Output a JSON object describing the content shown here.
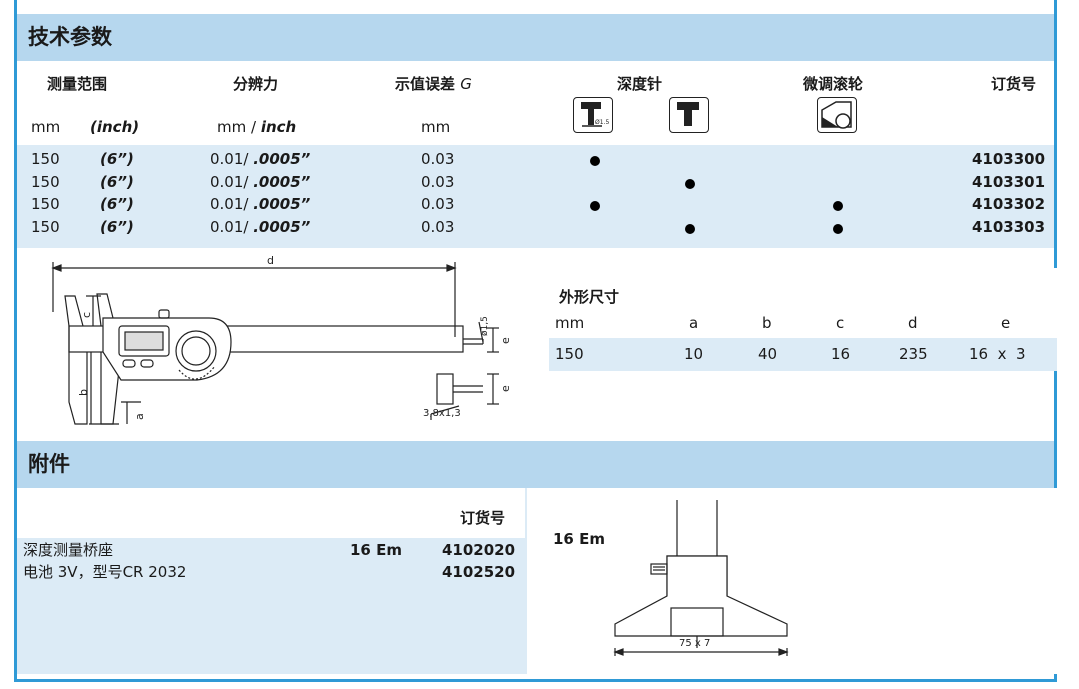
{
  "sections": {
    "tech_title": "技术参数",
    "acc_title": "附件"
  },
  "tech_table": {
    "headers": {
      "range": "测量范围",
      "resolution": "分辨力",
      "error_label": "示值误差",
      "error_symbol": "G",
      "depth": "深度针",
      "wheel": "微调滚轮",
      "order": "订货号"
    },
    "subheaders": {
      "mm": "mm",
      "inch": "(inch)",
      "res_mm": "mm /",
      "res_inch": "inch",
      "err_mm": "mm"
    },
    "depth_icon_label": "Ø1.5",
    "rows": [
      {
        "mm": "150",
        "inch": "(6”)",
        "res_a": "0.01/",
        "res_b": ".0005”",
        "error": "0.03",
        "order": "4103300"
      },
      {
        "mm": "150",
        "inch": "(6”)",
        "res_a": "0.01/",
        "res_b": ".0005”",
        "error": "0.03",
        "order": "4103301"
      },
      {
        "mm": "150",
        "inch": "(6”)",
        "res_a": "0.01/",
        "res_b": ".0005”",
        "error": "0.03",
        "order": "4103302"
      },
      {
        "mm": "150",
        "inch": "(6”)",
        "res_a": "0.01/",
        "res_b": ".0005”",
        "error": "0.03",
        "order": "4103303"
      }
    ]
  },
  "drawing": {
    "d": "d",
    "c": "c",
    "b": "b",
    "a": "a",
    "e": "e",
    "dia": "ø1,5",
    "tip": "3,8x1,3"
  },
  "dimensions": {
    "title": "外形尺寸",
    "headers": [
      "mm",
      "a",
      "b",
      "c",
      "d",
      "e"
    ],
    "values": [
      "150",
      "10",
      "40",
      "16",
      "235",
      "16  x  3"
    ]
  },
  "accessories": {
    "order_header": "订货号",
    "items": [
      {
        "name": "深度测量桥座",
        "model": "16 Em",
        "order": "4102020"
      },
      {
        "name": "电池 3V，型号CR 2032",
        "model": "",
        "order": "4102520"
      }
    ],
    "diagram_label": "16 Em",
    "diagram_dim": "75 x 7"
  }
}
